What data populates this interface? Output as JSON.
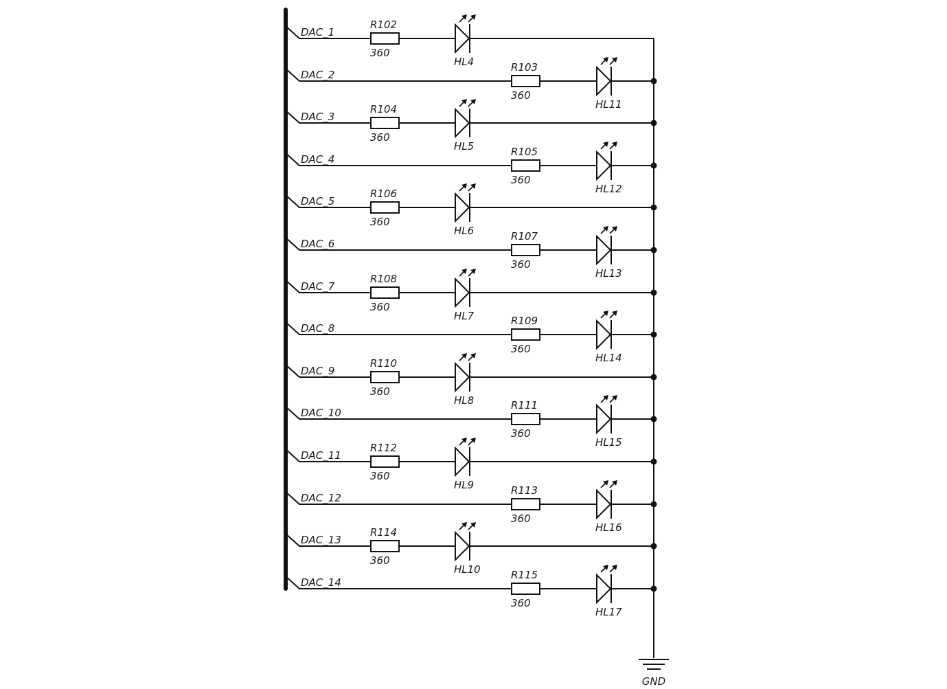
{
  "diagram": {
    "ground_label": "GND",
    "rows": [
      {
        "net": "DAC_1",
        "resistor": "R102",
        "value": "360",
        "led": "HL4",
        "column": "left"
      },
      {
        "net": "DAC_2",
        "resistor": "R103",
        "value": "360",
        "led": "HL11",
        "column": "right"
      },
      {
        "net": "DAC_3",
        "resistor": "R104",
        "value": "360",
        "led": "HL5",
        "column": "left"
      },
      {
        "net": "DAC_4",
        "resistor": "R105",
        "value": "360",
        "led": "HL12",
        "column": "right"
      },
      {
        "net": "DAC_5",
        "resistor": "R106",
        "value": "360",
        "led": "HL6",
        "column": "left"
      },
      {
        "net": "DAC_6",
        "resistor": "R107",
        "value": "360",
        "led": "HL13",
        "column": "right"
      },
      {
        "net": "DAC_7",
        "resistor": "R108",
        "value": "360",
        "led": "HL7",
        "column": "left"
      },
      {
        "net": "DAC_8",
        "resistor": "R109",
        "value": "360",
        "led": "HL14",
        "column": "right"
      },
      {
        "net": "DAC_9",
        "resistor": "R110",
        "value": "360",
        "led": "HL8",
        "column": "left"
      },
      {
        "net": "DAC_10",
        "resistor": "R111",
        "value": "360",
        "led": "HL15",
        "column": "right"
      },
      {
        "net": "DAC_11",
        "resistor": "R112",
        "value": "360",
        "led": "HL9",
        "column": "left"
      },
      {
        "net": "DAC_12",
        "resistor": "R113",
        "value": "360",
        "led": "HL16",
        "column": "right"
      },
      {
        "net": "DAC_13",
        "resistor": "R114",
        "value": "360",
        "led": "HL10",
        "column": "left"
      },
      {
        "net": "DAC_14",
        "resistor": "R115",
        "value": "360",
        "led": "HL17",
        "column": "right"
      }
    ]
  }
}
